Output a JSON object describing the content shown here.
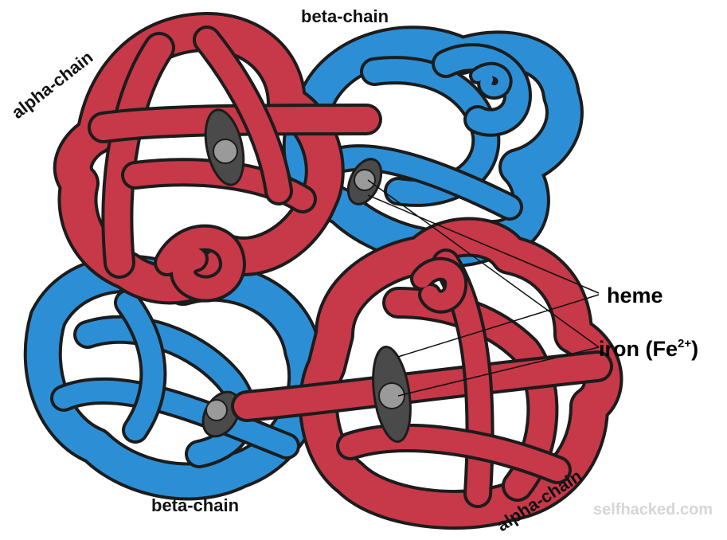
{
  "labels": {
    "alpha_chain_top": "alpha-chain",
    "beta_chain_top": "beta-chain",
    "heme": "heme",
    "iron_prefix": "iron (Fe",
    "iron_superscript": "2+",
    "iron_suffix": ")",
    "beta_chain_bottom": "beta-chain",
    "alpha_chain_bottom": "alpha-chain"
  },
  "watermark": "selfhacked.com",
  "colors": {
    "alpha_chain": "#c73848",
    "beta_chain": "#2c8fd6",
    "heme": "#4a4a4a",
    "iron": "#9a9a9a"
  }
}
